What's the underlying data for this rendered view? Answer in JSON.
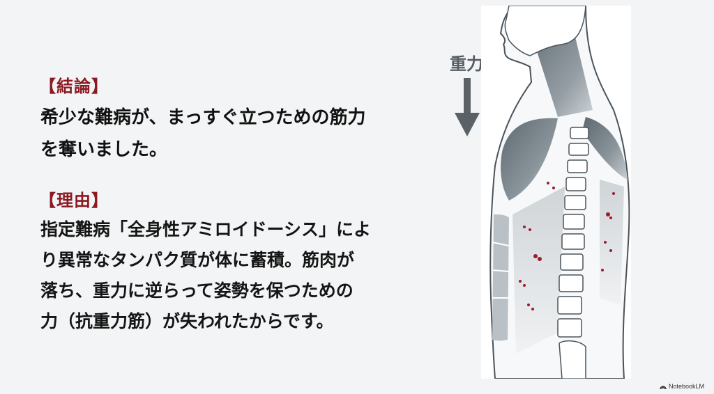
{
  "conclusion": {
    "heading": "【結論】",
    "lines": [
      "希少な難病が、まっすぐ立つための筋力",
      "を奪いました。"
    ]
  },
  "reason": {
    "heading": "【理由】",
    "lines": [
      "指定難病「全身性アミロイドーシス」によ",
      "り異常なタンパク質が体に蓄積。筋肉が",
      "落ち、重力に逆らって姿勢を保つための",
      "力（抗重力筋）が失われたからです。"
    ]
  },
  "illustration": {
    "gravity_label": "重力",
    "arrow_direction": "down",
    "subject": "side-view human torso anatomy with spine and muscles, red dots indicating amyloid deposits"
  },
  "branding": {
    "label": "NotebookLM"
  },
  "colors": {
    "heading": "#8b1a24",
    "body_text": "#111111",
    "gravity": "#555d63",
    "background": "#f3f4f5",
    "muscle": "#6f7a82",
    "deposit": "#9b1c2c"
  }
}
